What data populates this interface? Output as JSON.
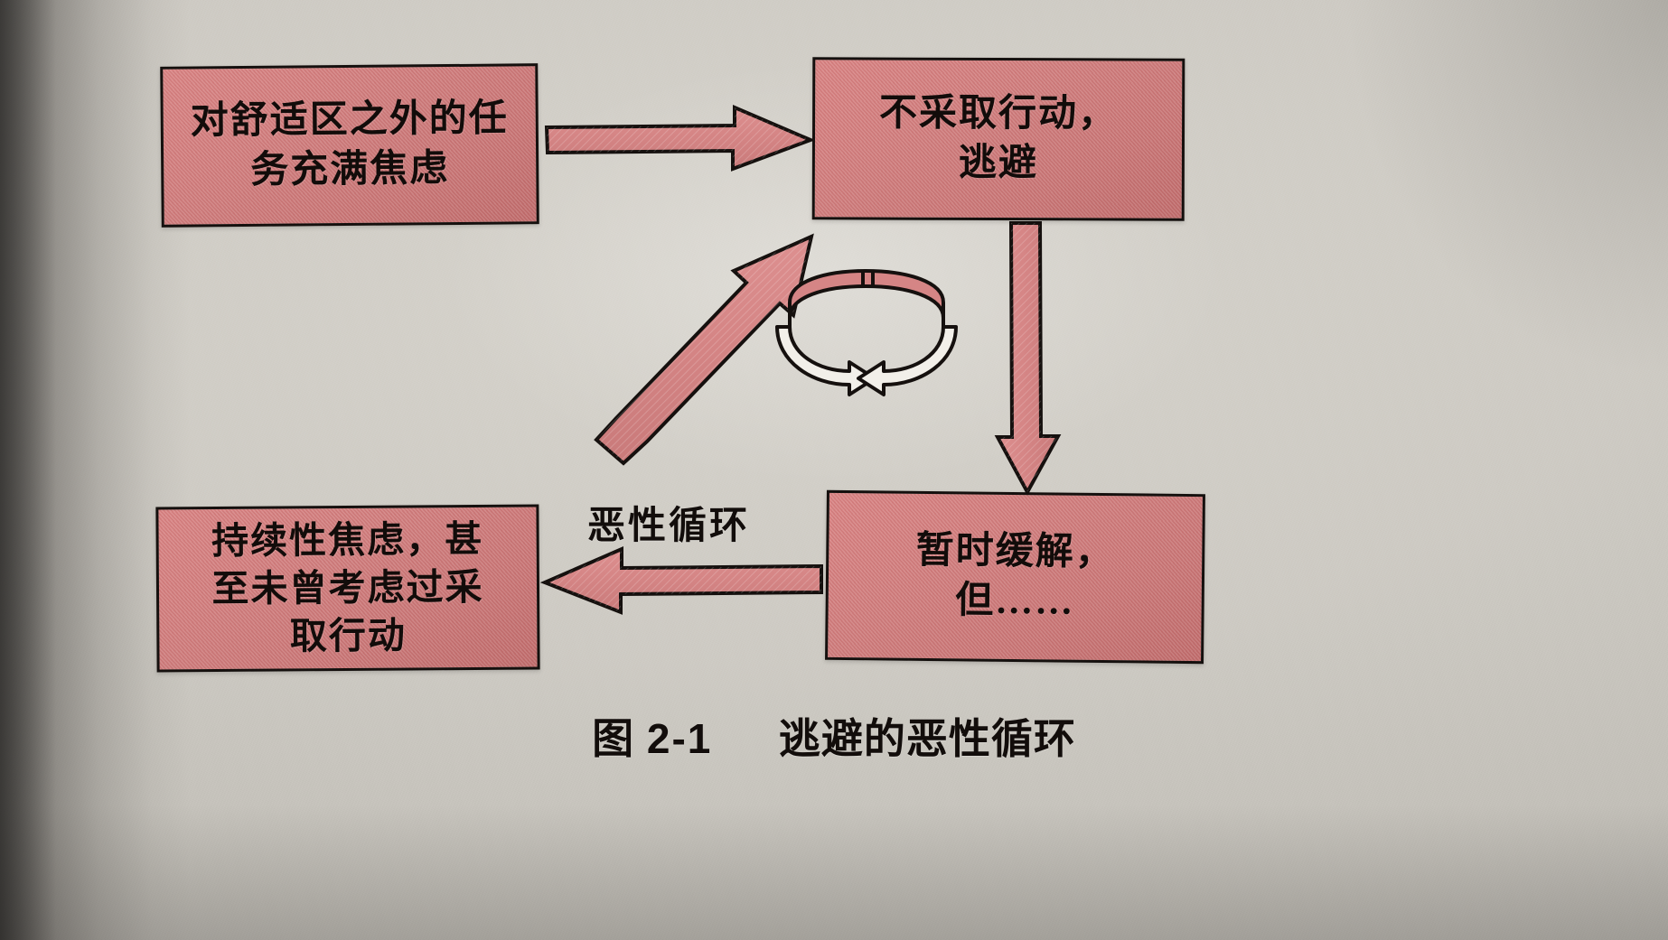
{
  "figure": {
    "caption_label": "图",
    "caption_number": "2-1",
    "caption_title": "逃避的恶性循环",
    "cycle_label": "恶性循环",
    "paper_color": "#cdcac3",
    "box_fill_color": "#d07e7e",
    "box_border_color": "#15100e",
    "text_color": "#120c0a"
  },
  "nodes": [
    {
      "id": "anxiety",
      "text": "对舒适区之外的任\n务充满焦虑",
      "position": "top-left"
    },
    {
      "id": "avoid",
      "text": "不采取行动，\n逃避",
      "position": "top-right"
    },
    {
      "id": "relief",
      "text": "暂时缓解，\n但……",
      "position": "bottom-right"
    },
    {
      "id": "persist",
      "text": "持续性焦虑，甚\n至未曾考虑过采\n取行动",
      "position": "bottom-left"
    }
  ],
  "arrows": [
    {
      "id": "anxiety-to-avoid",
      "from": "anxiety",
      "to": "avoid",
      "direction": "right"
    },
    {
      "id": "avoid-to-relief",
      "from": "avoid",
      "to": "relief",
      "direction": "down"
    },
    {
      "id": "relief-to-persist",
      "from": "relief",
      "to": "persist",
      "direction": "left"
    },
    {
      "id": "persist-to-avoid",
      "from": "persist",
      "to": "avoid",
      "direction": "diagonal-up-right"
    }
  ],
  "icons": {
    "cycle_arrows": "circular-cycle-icon"
  },
  "chart_data": {
    "type": "diagram",
    "diagram_kind": "cycle-flowchart",
    "title": "图 2-1　逃避的恶性循环",
    "center_annotation": "恶性循环",
    "nodes": [
      "对舒适区之外的任务充满焦虑",
      "不采取行动，逃避",
      "暂时缓解，但……",
      "持续性焦虑，甚至未曾考虑过采取行动"
    ],
    "edges": [
      [
        "对舒适区之外的任务充满焦虑",
        "不采取行动，逃避"
      ],
      [
        "不采取行动，逃避",
        "暂时缓解，但……"
      ],
      [
        "暂时缓解，但……",
        "持续性焦虑，甚至未曾考虑过采取行动"
      ],
      [
        "持续性焦虑，甚至未曾考虑过采取行动",
        "不采取行动，逃避"
      ]
    ]
  }
}
